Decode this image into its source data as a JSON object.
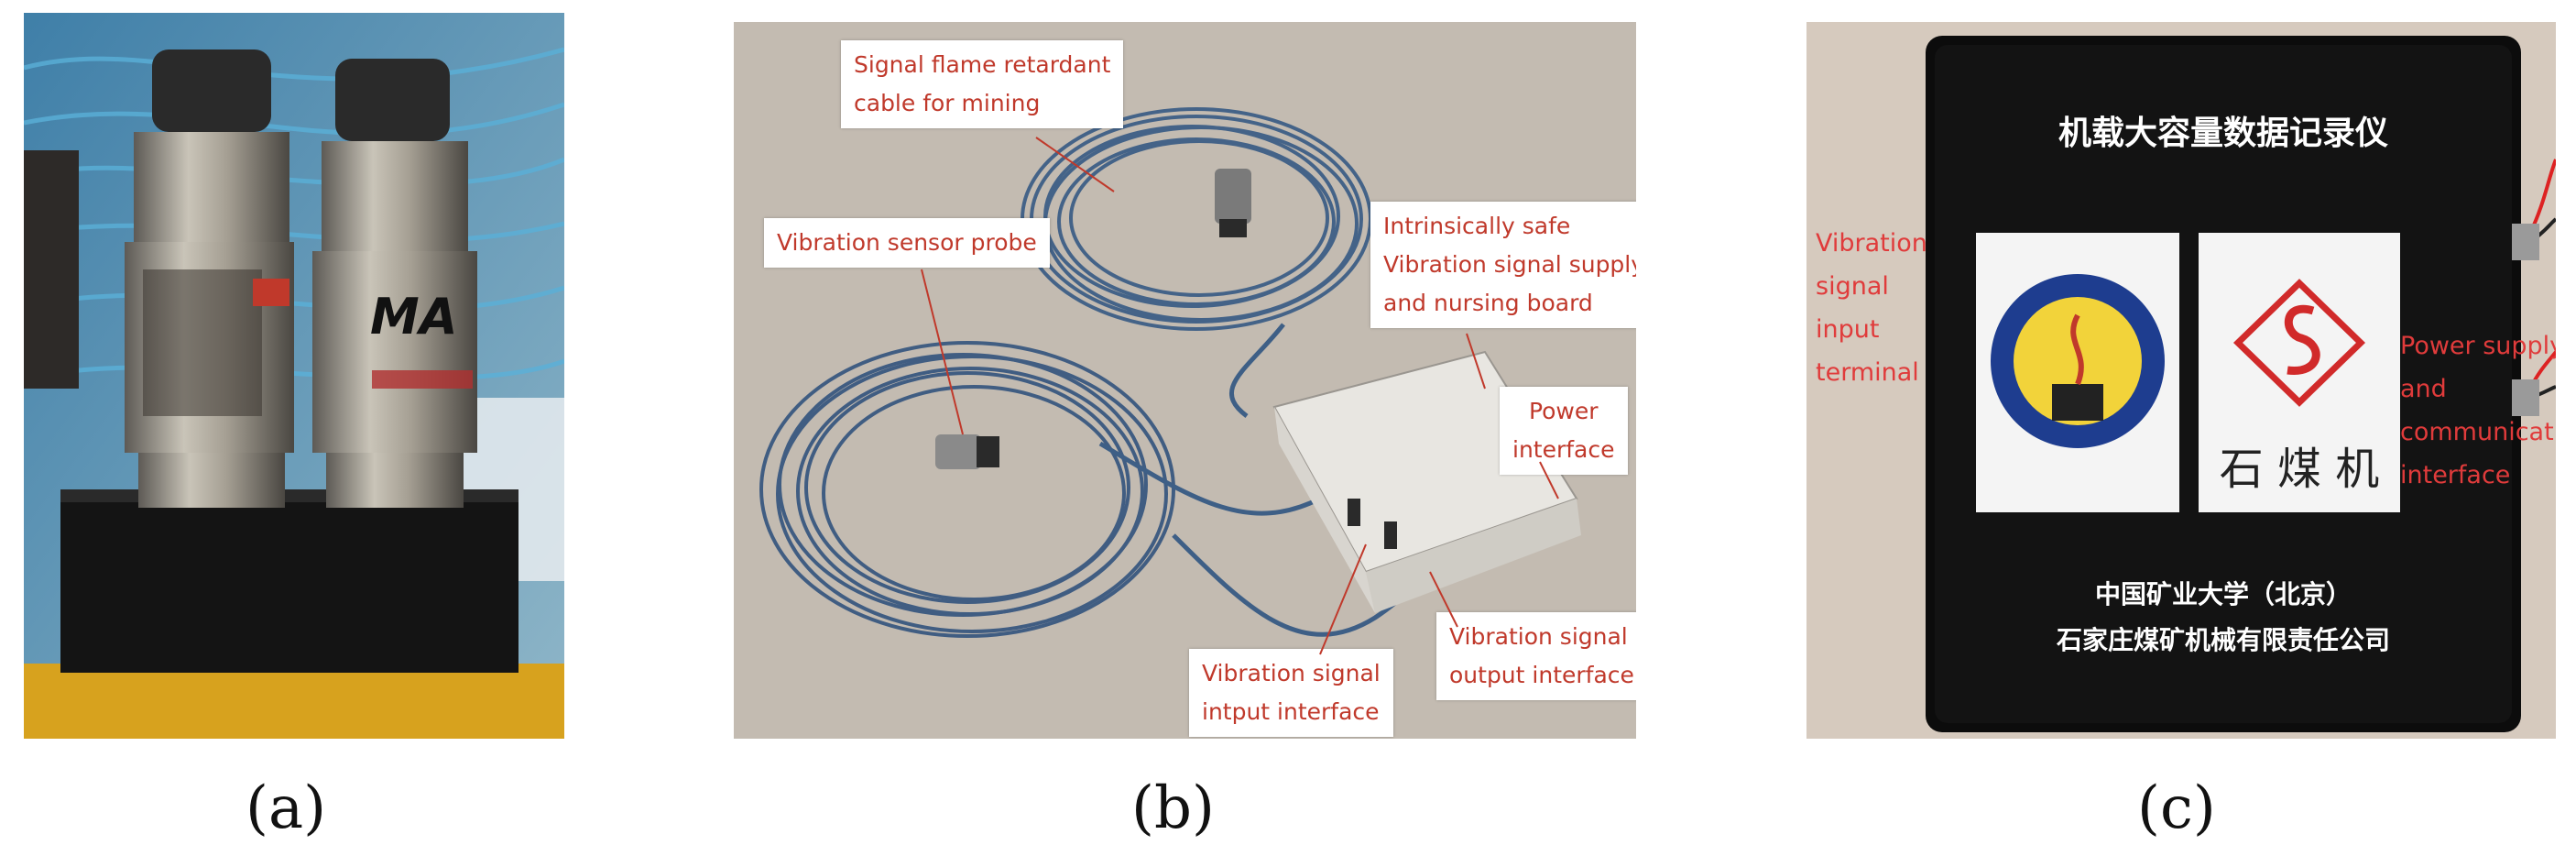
{
  "figure": {
    "panels": [
      {
        "label": "(a)"
      },
      {
        "label": "(b)"
      },
      {
        "label": "(c)"
      }
    ],
    "panel_b": {
      "callouts": {
        "signal_cable": [
          "Signal flame retardant",
          "cable for mining"
        ],
        "sensor_probe": [
          "Vibration sensor probe"
        ],
        "supply_board": [
          "Intrinsically safe",
          "Vibration signal supply",
          "and nursing board"
        ],
        "power_interface": [
          "Power",
          "interface"
        ],
        "input_interface": [
          "Vibration signal",
          "intput interface"
        ],
        "output_interface": [
          "Vibration signal",
          "output interface"
        ]
      }
    },
    "panel_c": {
      "device_title": "机载大容量数据记录仪",
      "logo_right_text": "石 煤 机",
      "maker_line1": "中国矿业大学（北京）",
      "maker_line2": "石家庄煤矿机械有限责任公司",
      "left_note": [
        "Vibration",
        "signal",
        "input",
        "terminal"
      ],
      "right_note": [
        "Power supply",
        "and",
        "communication",
        "interface"
      ]
    },
    "panel_a": {
      "sensor_label": "MA"
    }
  }
}
